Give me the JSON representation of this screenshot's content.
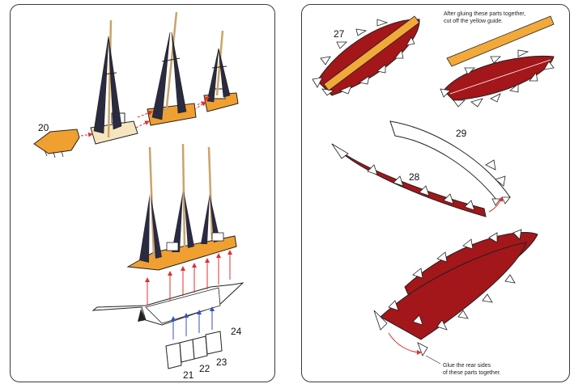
{
  "left": {
    "step20": "20",
    "step21": "21",
    "step22": "22",
    "step23": "23",
    "step24": "24"
  },
  "right": {
    "step27": "27",
    "step28": "28",
    "step29": "29",
    "note_top_line1": "After gluing these parts together,",
    "note_top_line2": "cut off the yellow guide.",
    "note_bottom_line1": "Glue the rear sides",
    "note_bottom_line2": "of these parts together."
  },
  "colors": {
    "hull_red": "#a3161a",
    "guide_yellow": "#f2a93a",
    "deck_orange": "#f0a030",
    "mast_tan": "#c9a46a",
    "arrow_red": "#e03030",
    "arrow_blue": "#3050c0",
    "outline": "#222222"
  }
}
